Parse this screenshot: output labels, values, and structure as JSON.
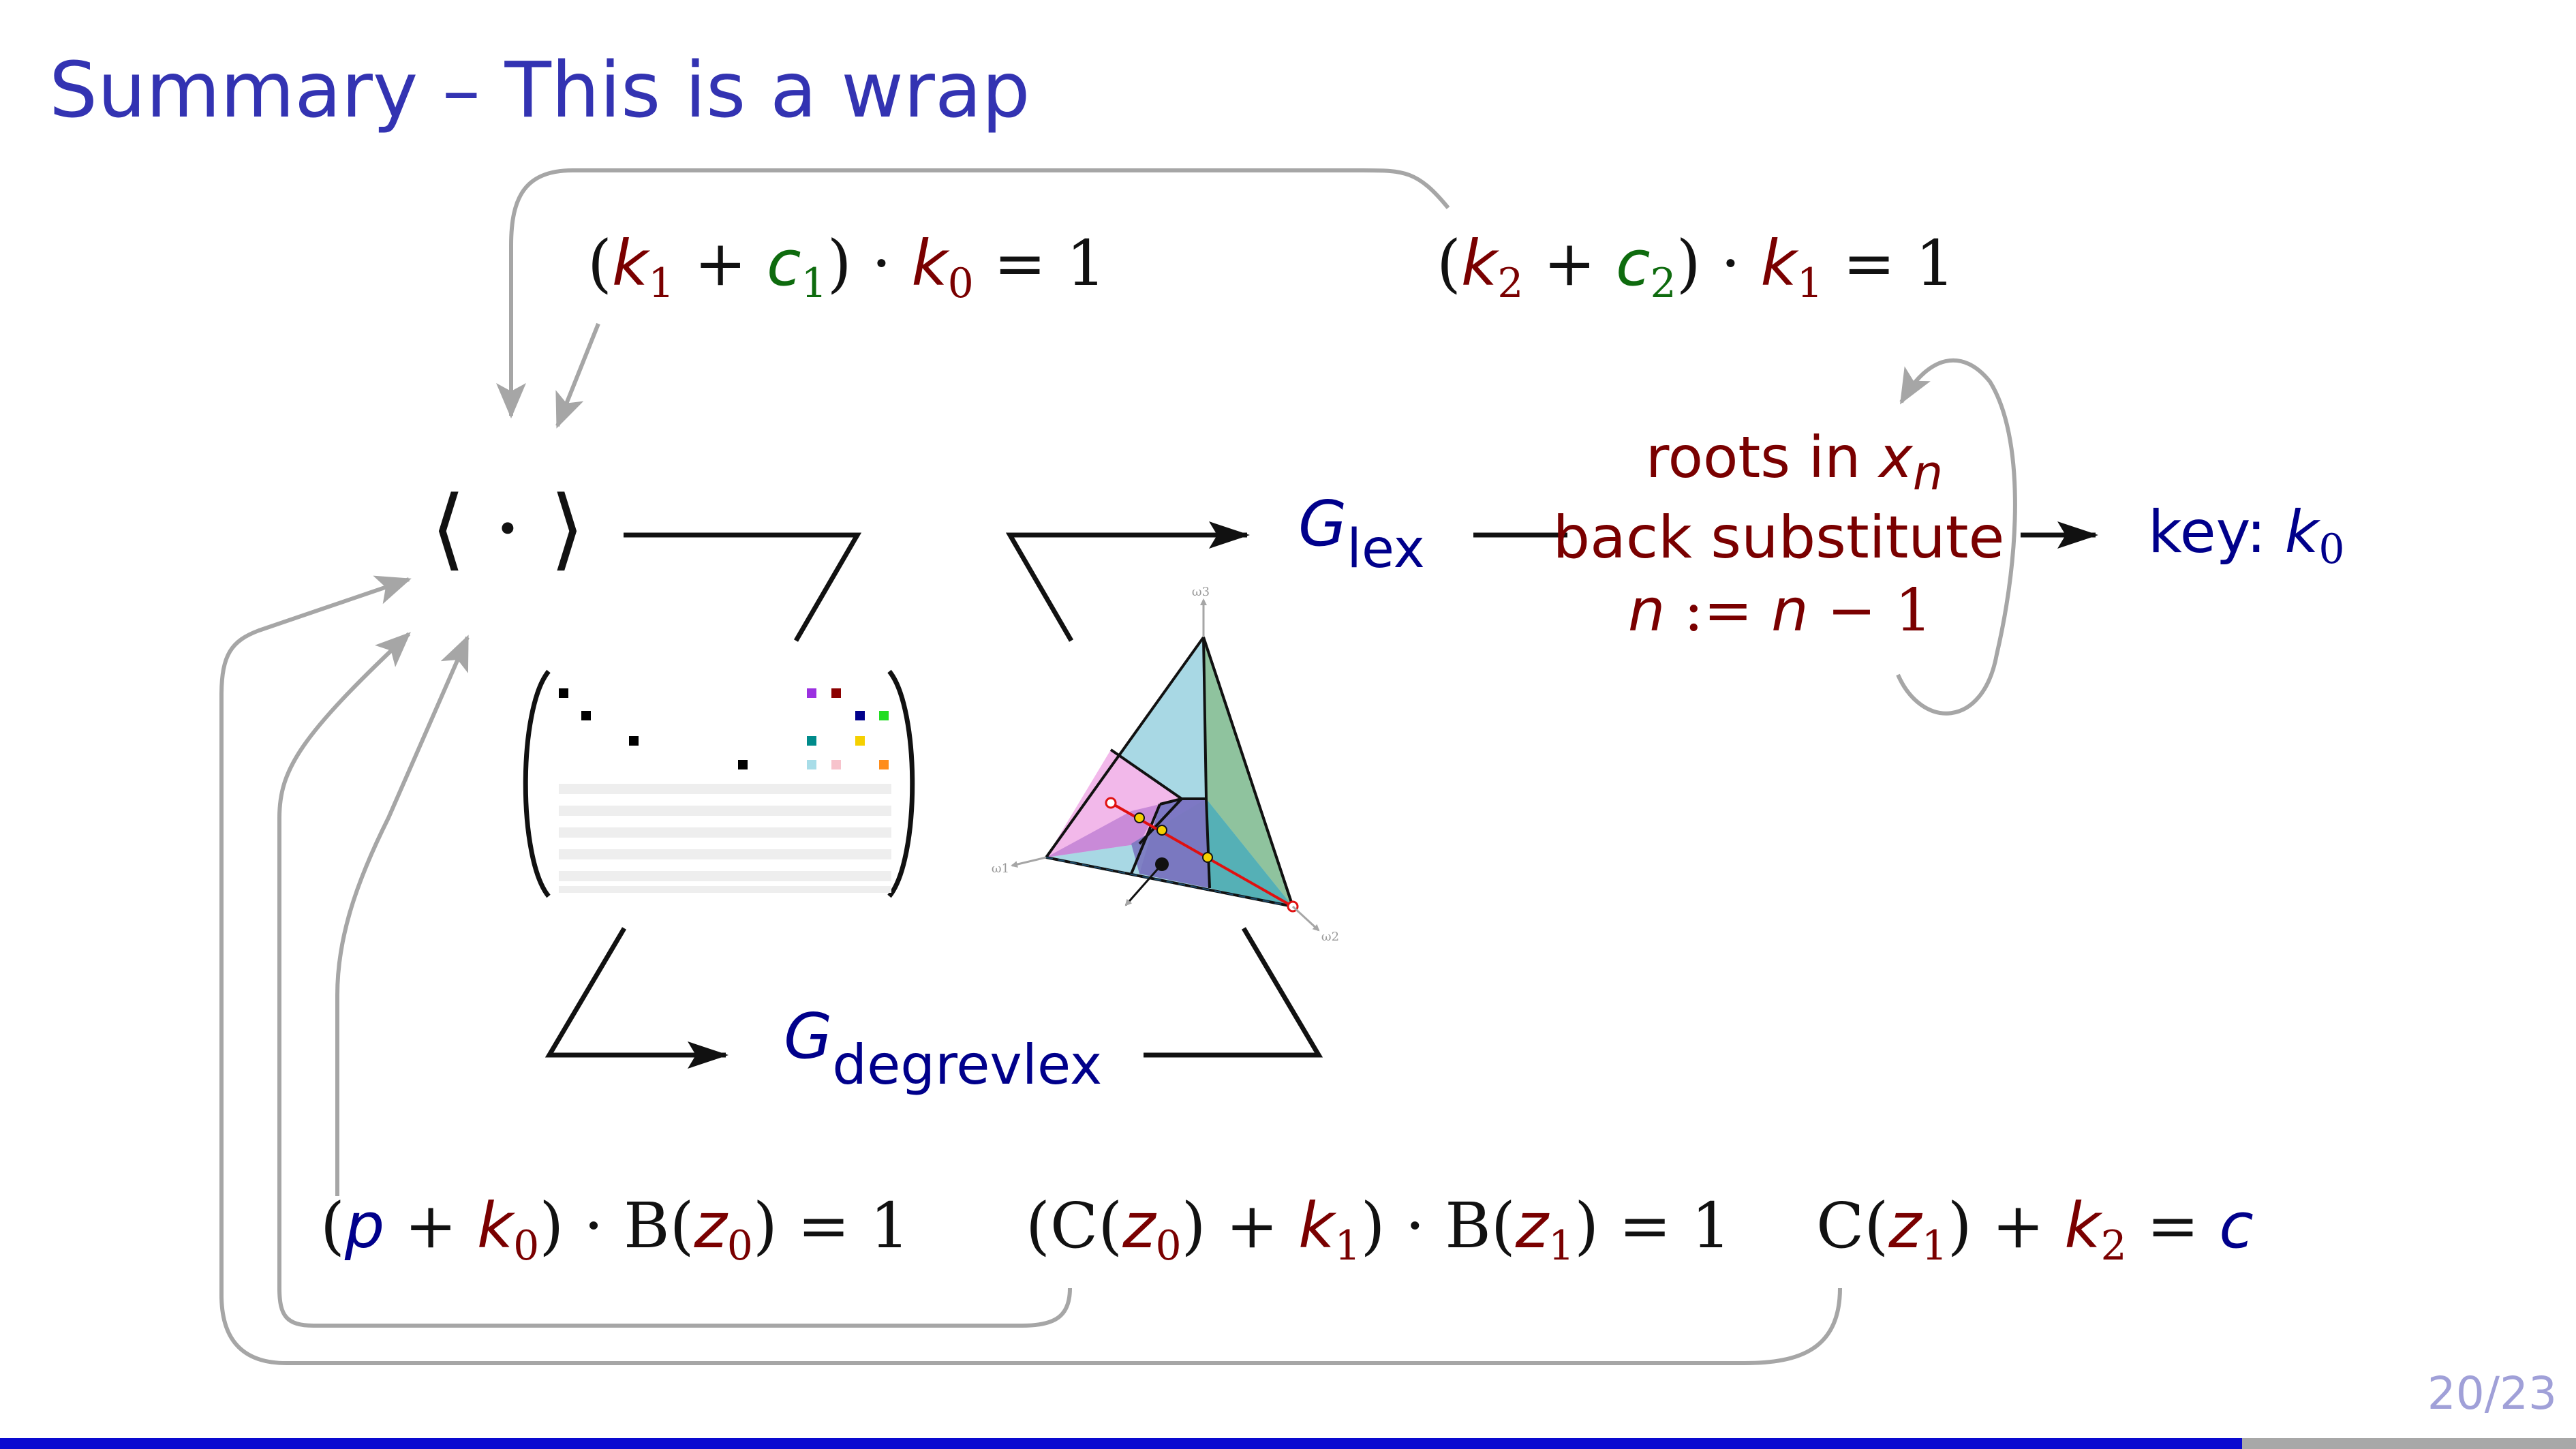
{
  "slide": {
    "title": "Summary – This is a wrap",
    "page_number": "20/23",
    "colors": {
      "title": "#3333b2",
      "accent_red": "#7a0000",
      "accent_green": "#0e6b0e",
      "accent_blue": "#00008b",
      "arrow_gray": "#a6a6a6"
    }
  },
  "diagram": {
    "ideal_node": "⟨ · ⟩",
    "eq_top_1": {
      "lp": "(",
      "a": "k",
      "a_sub": "1",
      "plus": " + ",
      "b": "c",
      "b_sub": "1",
      "rp": ") · ",
      "c": "k",
      "c_sub": "0",
      "rhs": " = 1"
    },
    "eq_top_2": {
      "lp": "(",
      "a": "k",
      "a_sub": "2",
      "plus": " + ",
      "b": "c",
      "b_sub": "2",
      "rp": ") · ",
      "c": "k",
      "c_sub": "1",
      "rhs": " = 1"
    },
    "g_lex": {
      "base": "G",
      "sub": "lex"
    },
    "g_degrevlex": {
      "base": "G",
      "sub": "degrevlex"
    },
    "loop_lines": {
      "line1": "roots in ",
      "line1_var": "x",
      "line1_sub": "n",
      "line2": "back substitute",
      "line3_var": "n",
      "line3_rest": " := ",
      "line3_var2": "n",
      "line3_end": " − 1"
    },
    "key": {
      "label": "key: ",
      "var": "k",
      "sub": "0"
    },
    "eq_bottom_1": {
      "lp": "(",
      "p": "p",
      "plus": " + ",
      "k": "k",
      "k_sub": "0",
      "mid": ") · B(",
      "z": "z",
      "z_sub": "0",
      "end": ") = 1"
    },
    "eq_bottom_2": {
      "lp": "(C(",
      "z": "z",
      "z_sub": "0",
      "mid": ") + ",
      "k": "k",
      "k_sub": "1",
      "mid2": ") · B(",
      "z2": "z",
      "z2_sub": "1",
      "end": ") = 1"
    },
    "eq_bottom_3": {
      "lp": "C(",
      "z": "z",
      "z_sub": "1",
      "mid": ") + ",
      "k": "k",
      "k_sub": "2",
      "eq": " = ",
      "c": "c"
    },
    "polytope_labels": {
      "top": "ω3",
      "left": "ω1",
      "right": "ω2"
    }
  }
}
